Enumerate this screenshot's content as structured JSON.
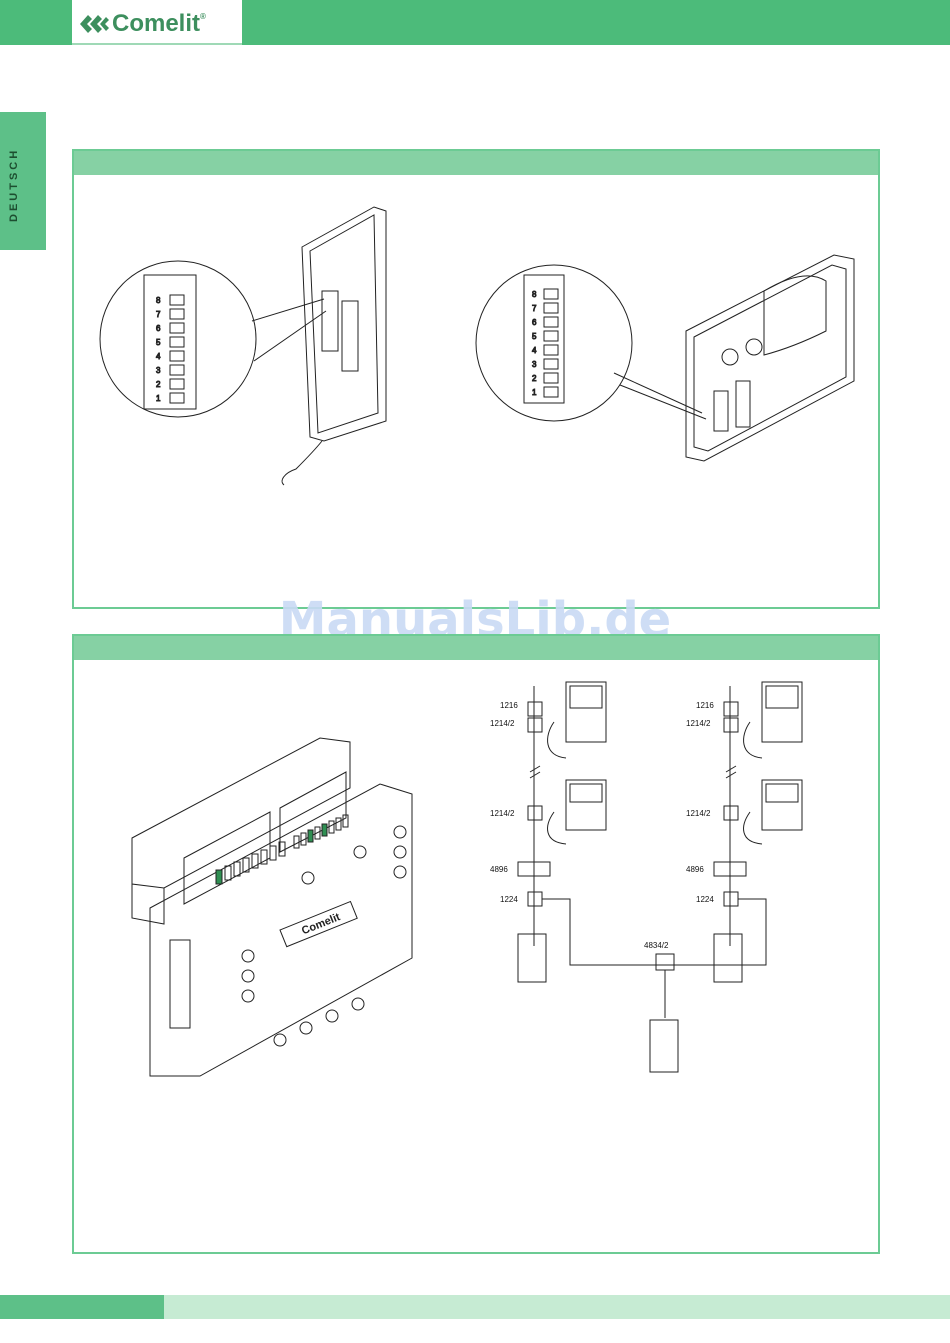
{
  "header": {
    "logo_text": "Comelit",
    "logo_mark": "®",
    "brand_color": "#4cbb7a"
  },
  "sidebar": {
    "language_label": "DEUTSCH"
  },
  "watermark": {
    "text": "ManualsLib.de"
  },
  "figure1": {
    "left_dip_numbers": [
      "1",
      "2",
      "3",
      "4",
      "5",
      "6",
      "7",
      "8"
    ],
    "right_dip_numbers": [
      "1",
      "2",
      "3",
      "4",
      "5",
      "6",
      "7",
      "8"
    ]
  },
  "diagram": {
    "left_column": {
      "code_1216": "1216",
      "code_1214_top": "1214/2",
      "code_1214_bottom": "1214/2",
      "code_4896": "4896",
      "code_1224": "1224"
    },
    "right_column": {
      "code_1216": "1216",
      "code_1214_top": "1214/2",
      "code_1214_bottom": "1214/2",
      "code_4896": "4896",
      "code_1224": "1224"
    },
    "center": {
      "code_4834": "4834/2"
    }
  },
  "module": {
    "logo_text": "Comelit"
  }
}
